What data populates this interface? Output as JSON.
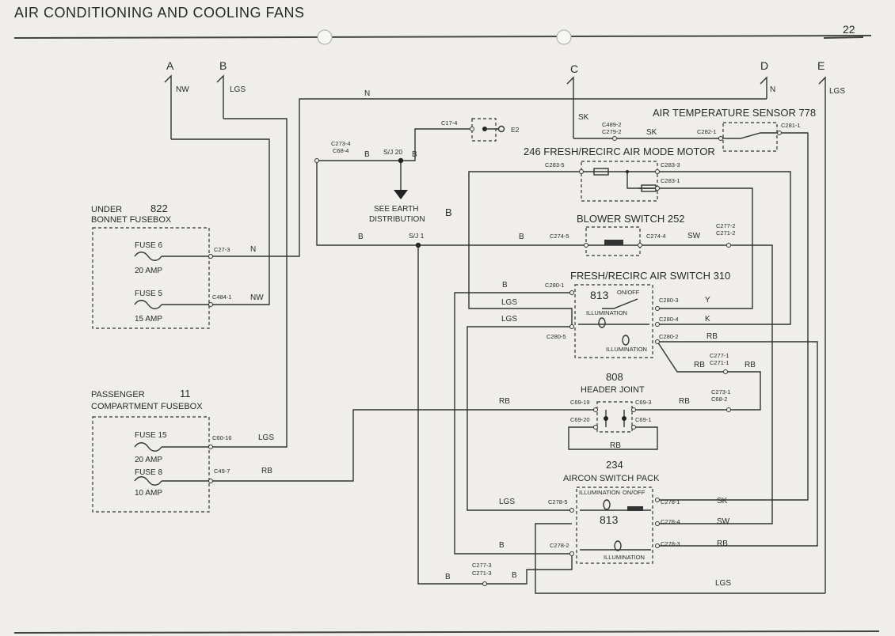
{
  "header": {
    "title": "AIR CONDITIONING AND COOLING FANS",
    "page_number": "22"
  },
  "terminals": {
    "a": "A",
    "b": "B",
    "c": "C",
    "d": "D",
    "e": "E"
  },
  "fuseboxes": {
    "under_bonnet": {
      "line1": "UNDER",
      "number": "822",
      "line2": "BONNET FUSEBOX",
      "fuse6": "FUSE 6",
      "fuse6_amp": "20 AMP",
      "fuse5": "FUSE 5",
      "fuse5_amp": "15 AMP"
    },
    "passenger": {
      "line1": "PASSENGER",
      "number": "11",
      "line2": "COMPARTMENT FUSEBOX",
      "fuse15": "FUSE 15",
      "fuse15_amp": "20 AMP",
      "fuse8": "FUSE 8",
      "fuse8_amp": "10 AMP"
    }
  },
  "components": {
    "air_temp_sensor": "AIR TEMPERATURE SENSOR 778",
    "mode_motor": "246  FRESH/RECIRC AIR MODE MOTOR",
    "blower_switch": "BLOWER SWITCH  252",
    "air_switch": "FRESH/RECIRC AIR SWITCH  310",
    "air_switch_num": "813",
    "on_off": "ON/OFF",
    "illumination": "ILLUMINATION",
    "header_joint_num": "808",
    "header_joint": "HEADER JOINT",
    "aircon_num": "234",
    "aircon": "AIRCON SWITCH PACK",
    "aircon_813": "813",
    "earth_line1": "SEE EARTH",
    "earth_line2": "DISTRIBUTION",
    "e2": "E2"
  },
  "connectors": {
    "c273_4": "C273-4",
    "c68_4": "C68-4",
    "c17_4": "C17-4",
    "c489_2": "C489-2",
    "c279_2": "C279-2",
    "c282_1": "C282-1",
    "c281_1": "C281-1",
    "c283_5": "C283-5",
    "c283_3": "C283-3",
    "c283_1": "C283-1",
    "c274_5": "C274-5",
    "c274_4": "C274-4",
    "c277_2": "C277-2",
    "c271_2": "C271-2",
    "c280_1": "C280-1",
    "c280_3": "C280-3",
    "c280_4": "C280-4",
    "c280_5": "C280-5",
    "c280_2": "C280-2",
    "c277_1": "C277-1",
    "c271_1": "C271-1",
    "c69_19": "C69-19",
    "c69_3": "C69-3",
    "c69_20": "C69-20",
    "c69_1": "C69-1",
    "c273_1": "C273-1",
    "c68_2": "C68-2",
    "c278_5": "C278-5",
    "c278_1": "C278-1",
    "c278_4": "C278-4",
    "c278_2": "C278-2",
    "c278_3": "C278-3",
    "c277_3": "C277-3",
    "c271_3": "C271-3",
    "c27_3": "C27-3",
    "c484_1": "C484-1",
    "c60_16": "C60-16",
    "c49_7": "C49-7",
    "sj20": "S/J 20",
    "sj1": "S/J 1"
  },
  "wire_colours": {
    "nw": "NW",
    "lgs": "LGS",
    "n": "N",
    "sk": "SK",
    "b": "B",
    "sw": "SW",
    "y": "Y",
    "k": "K",
    "rb": "RB"
  }
}
